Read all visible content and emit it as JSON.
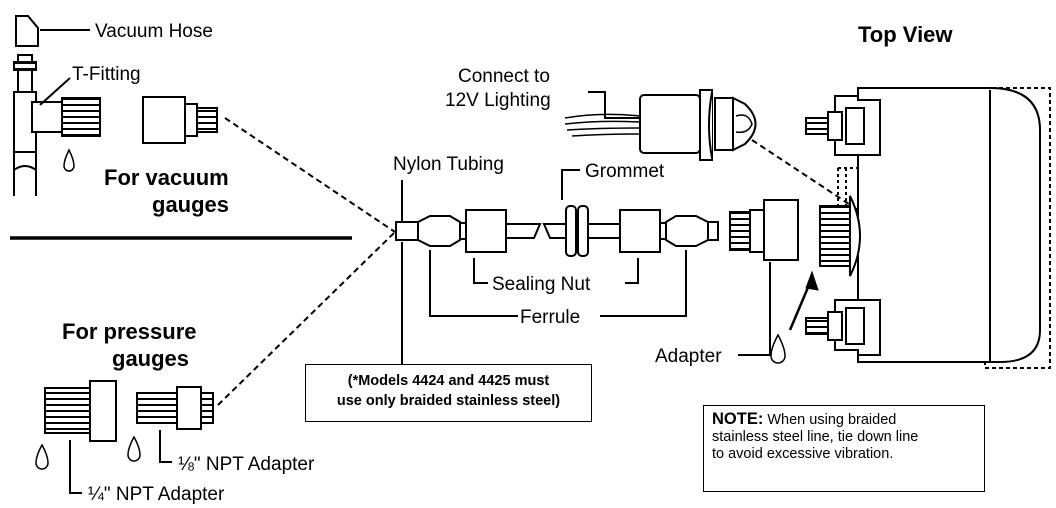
{
  "title": "Top View",
  "labels": {
    "vacuum_hose": "Vacuum Hose",
    "t_fitting": "T-Fitting",
    "for_vacuum_1": "For vacuum",
    "for_vacuum_2": "gauges",
    "for_pressure_1": "For pressure",
    "for_pressure_2": "gauges",
    "connect_1": "Connect to",
    "connect_2": "12V Lighting",
    "nylon_tubing": "Nylon Tubing",
    "grommet": "Grommet",
    "sealing_nut": "Sealing Nut",
    "ferrule": "Ferrule",
    "adapter": "Adapter",
    "npt_eighth": "⅛\" NPT Adapter",
    "npt_quarter": "¼\" NPT Adapter"
  },
  "models_note": {
    "line1": "(*Models 4424 and 4425 must",
    "line2": "use only braided stainless steel)"
  },
  "note": {
    "heading": "NOTE:",
    "text1": " When using braided",
    "text2": "stainless steel line, tie down line",
    "text3": "to avoid excessive vibration."
  }
}
